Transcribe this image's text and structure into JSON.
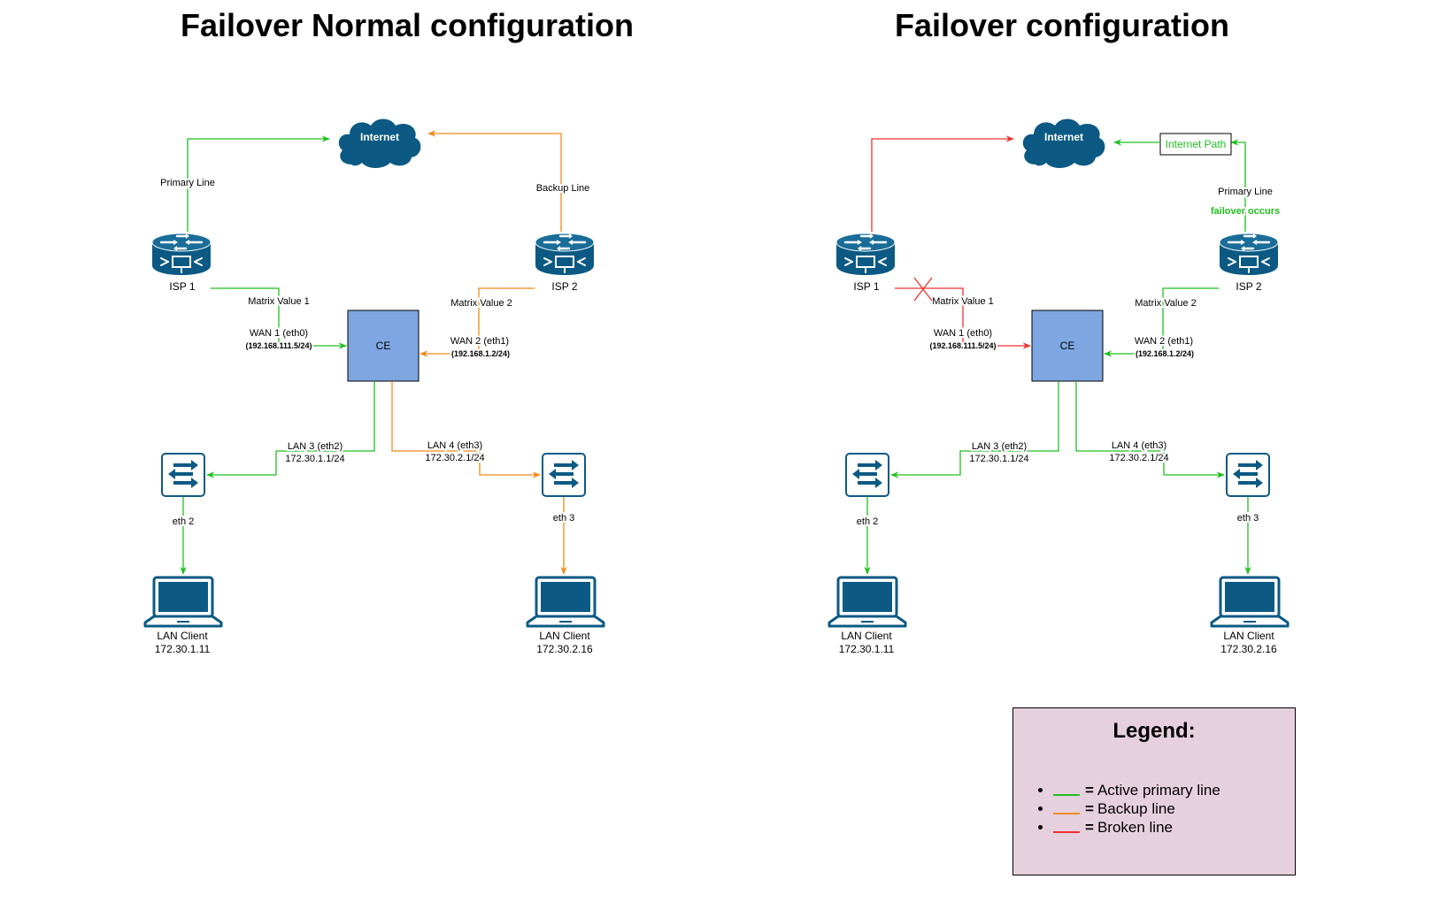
{
  "titles": {
    "left": "Failover Normal configuration",
    "right": "Failover configuration"
  },
  "colors": {
    "green": "#1fc01f",
    "orange": "#f08a18",
    "red": "#f03030",
    "device": "#0c5a83",
    "ce_fill": "#7ea6e0",
    "legend_bg": "#e6d0de"
  },
  "left": {
    "internet": "Internet",
    "primary_line": "Primary Line",
    "backup_line": "Backup Line",
    "isp1": "ISP 1",
    "isp2": "ISP 2",
    "matrix1": "Matrix Value 1",
    "matrix2": "Matrix Value 2",
    "wan1": "WAN 1 (eth0)",
    "wan1_ip": "(192.168.111.5/24)",
    "wan2": "WAN 2 (eth1)",
    "wan2_ip": "(192.168.1.2/24)",
    "ce": "CE",
    "lan3": "LAN 3 (eth2)",
    "lan3_ip": "172.30.1.1/24",
    "lan4": "LAN 4 (eth3)",
    "lan4_ip": "172.30.2.1/24",
    "eth2": "eth 2",
    "eth3": "eth 3",
    "client1": "LAN Client",
    "client1_ip": "172.30.1.11",
    "client2": "LAN Client",
    "client2_ip": "172.30.2.16"
  },
  "right": {
    "internet": "Internet",
    "internet_path": "Internet Path",
    "primary_line": "Primary Line",
    "failover_occurs": "failover occurs",
    "isp1": "ISP 1",
    "isp2": "ISP 2",
    "matrix1": "Matrix Value 1",
    "matrix2": "Matrix Value 2",
    "wan1": "WAN 1 (eth0)",
    "wan1_ip": "(192.168.111.5/24)",
    "wan2": "WAN 2 (eth1)",
    "wan2_ip": "(192.168.1.2/24)",
    "ce": "CE",
    "lan3": "LAN 3 (eth2)",
    "lan3_ip": "172.30.1.1/24",
    "lan4": "LAN 4 (eth3)",
    "lan4_ip": "172.30.2.1/24",
    "eth2": "eth 2",
    "eth3": "eth 3",
    "client1": "LAN Client",
    "client1_ip": "172.30.1.11",
    "client2": "LAN Client",
    "client2_ip": "172.30.2.16"
  },
  "legend": {
    "title": "Legend:",
    "items": [
      {
        "color": "green",
        "text": "Active primary line"
      },
      {
        "color": "orange",
        "text": "Backup line"
      },
      {
        "color": "red",
        "text": "Broken line"
      }
    ],
    "eq": "="
  }
}
